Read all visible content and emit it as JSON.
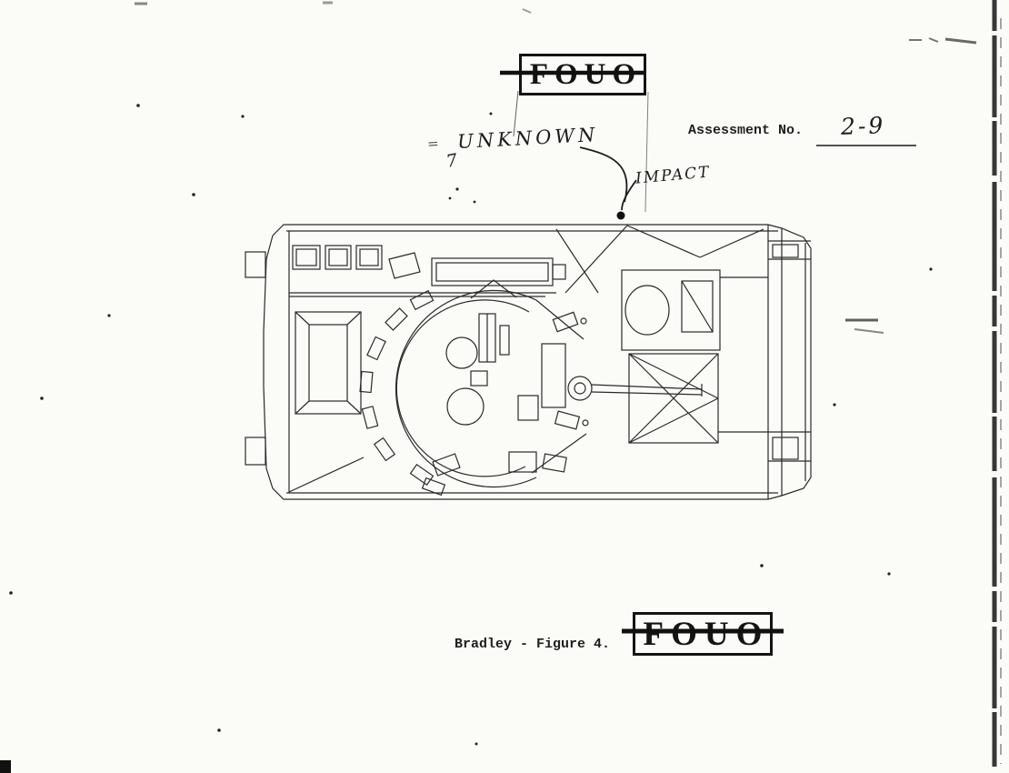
{
  "page": {
    "bg_color": "#fbfbf8",
    "ink_color": "#1e1e1e"
  },
  "stamps": {
    "top": {
      "label": "FOUO"
    },
    "bottom": {
      "label": "FOUO"
    }
  },
  "assessment": {
    "label": "Assessment No.",
    "value": "2-9"
  },
  "annotations": {
    "unknown_prefix": "=",
    "unknown": "UNKNOWN",
    "question_mark": "7",
    "impact": "IMPACT"
  },
  "caption": "Bradley - Figure 4.",
  "figure": {
    "description": "Top view technical line drawing of a Bradley fighting vehicle with impact point marked"
  }
}
